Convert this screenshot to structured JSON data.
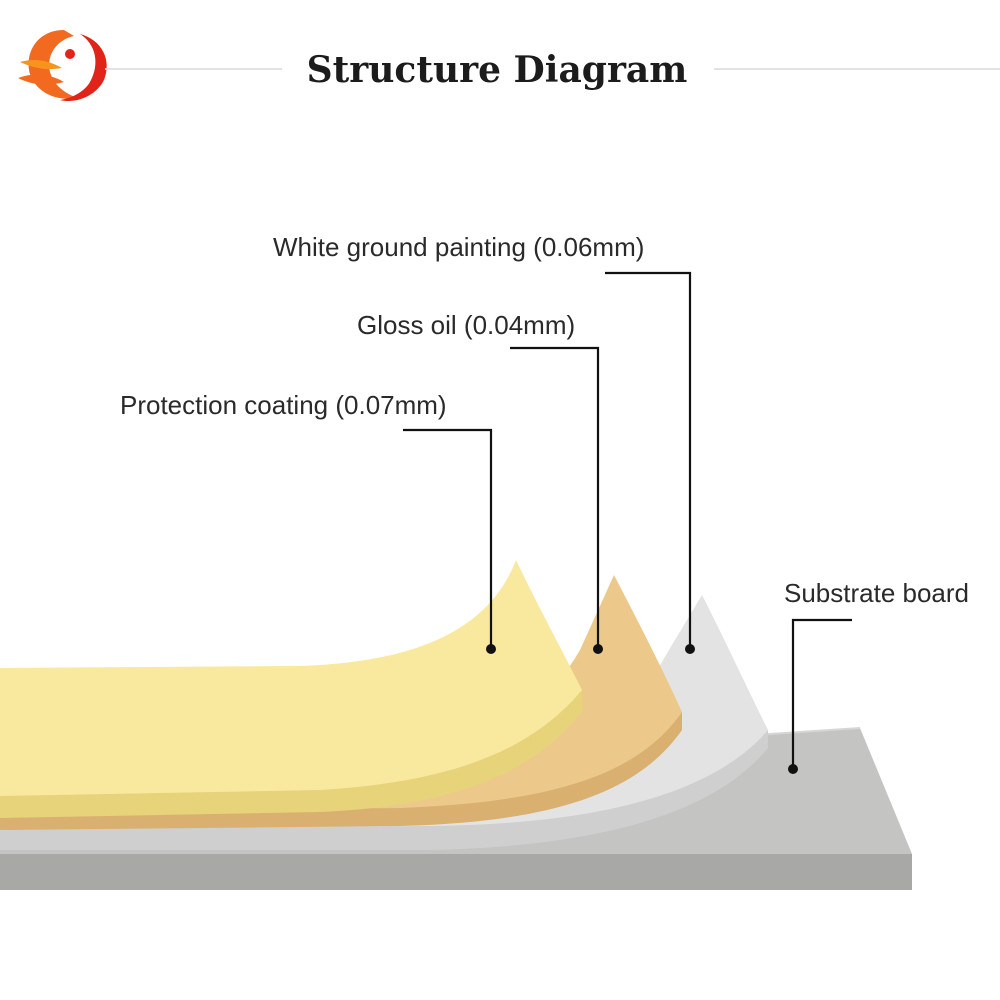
{
  "header": {
    "title": "Structure Diagram",
    "logo_icon": "phoenix-logo-icon"
  },
  "layers": [
    {
      "id": "protection-coating",
      "label": "Protection coating (0.07mm)",
      "color": "#f7e79a"
    },
    {
      "id": "gloss-oil",
      "label": "Gloss oil (0.04mm)",
      "color": "#edca8c"
    },
    {
      "id": "white-ground-painting",
      "label": "White ground painting (0.06mm)",
      "color": "#dedede"
    },
    {
      "id": "substrate-board",
      "label": "Substrate board",
      "color": "#b5b5b3"
    }
  ],
  "colors": {
    "accent_orange": "#f26a1f",
    "accent_red": "#e2231a",
    "header_rule": "#e3e3e3"
  }
}
